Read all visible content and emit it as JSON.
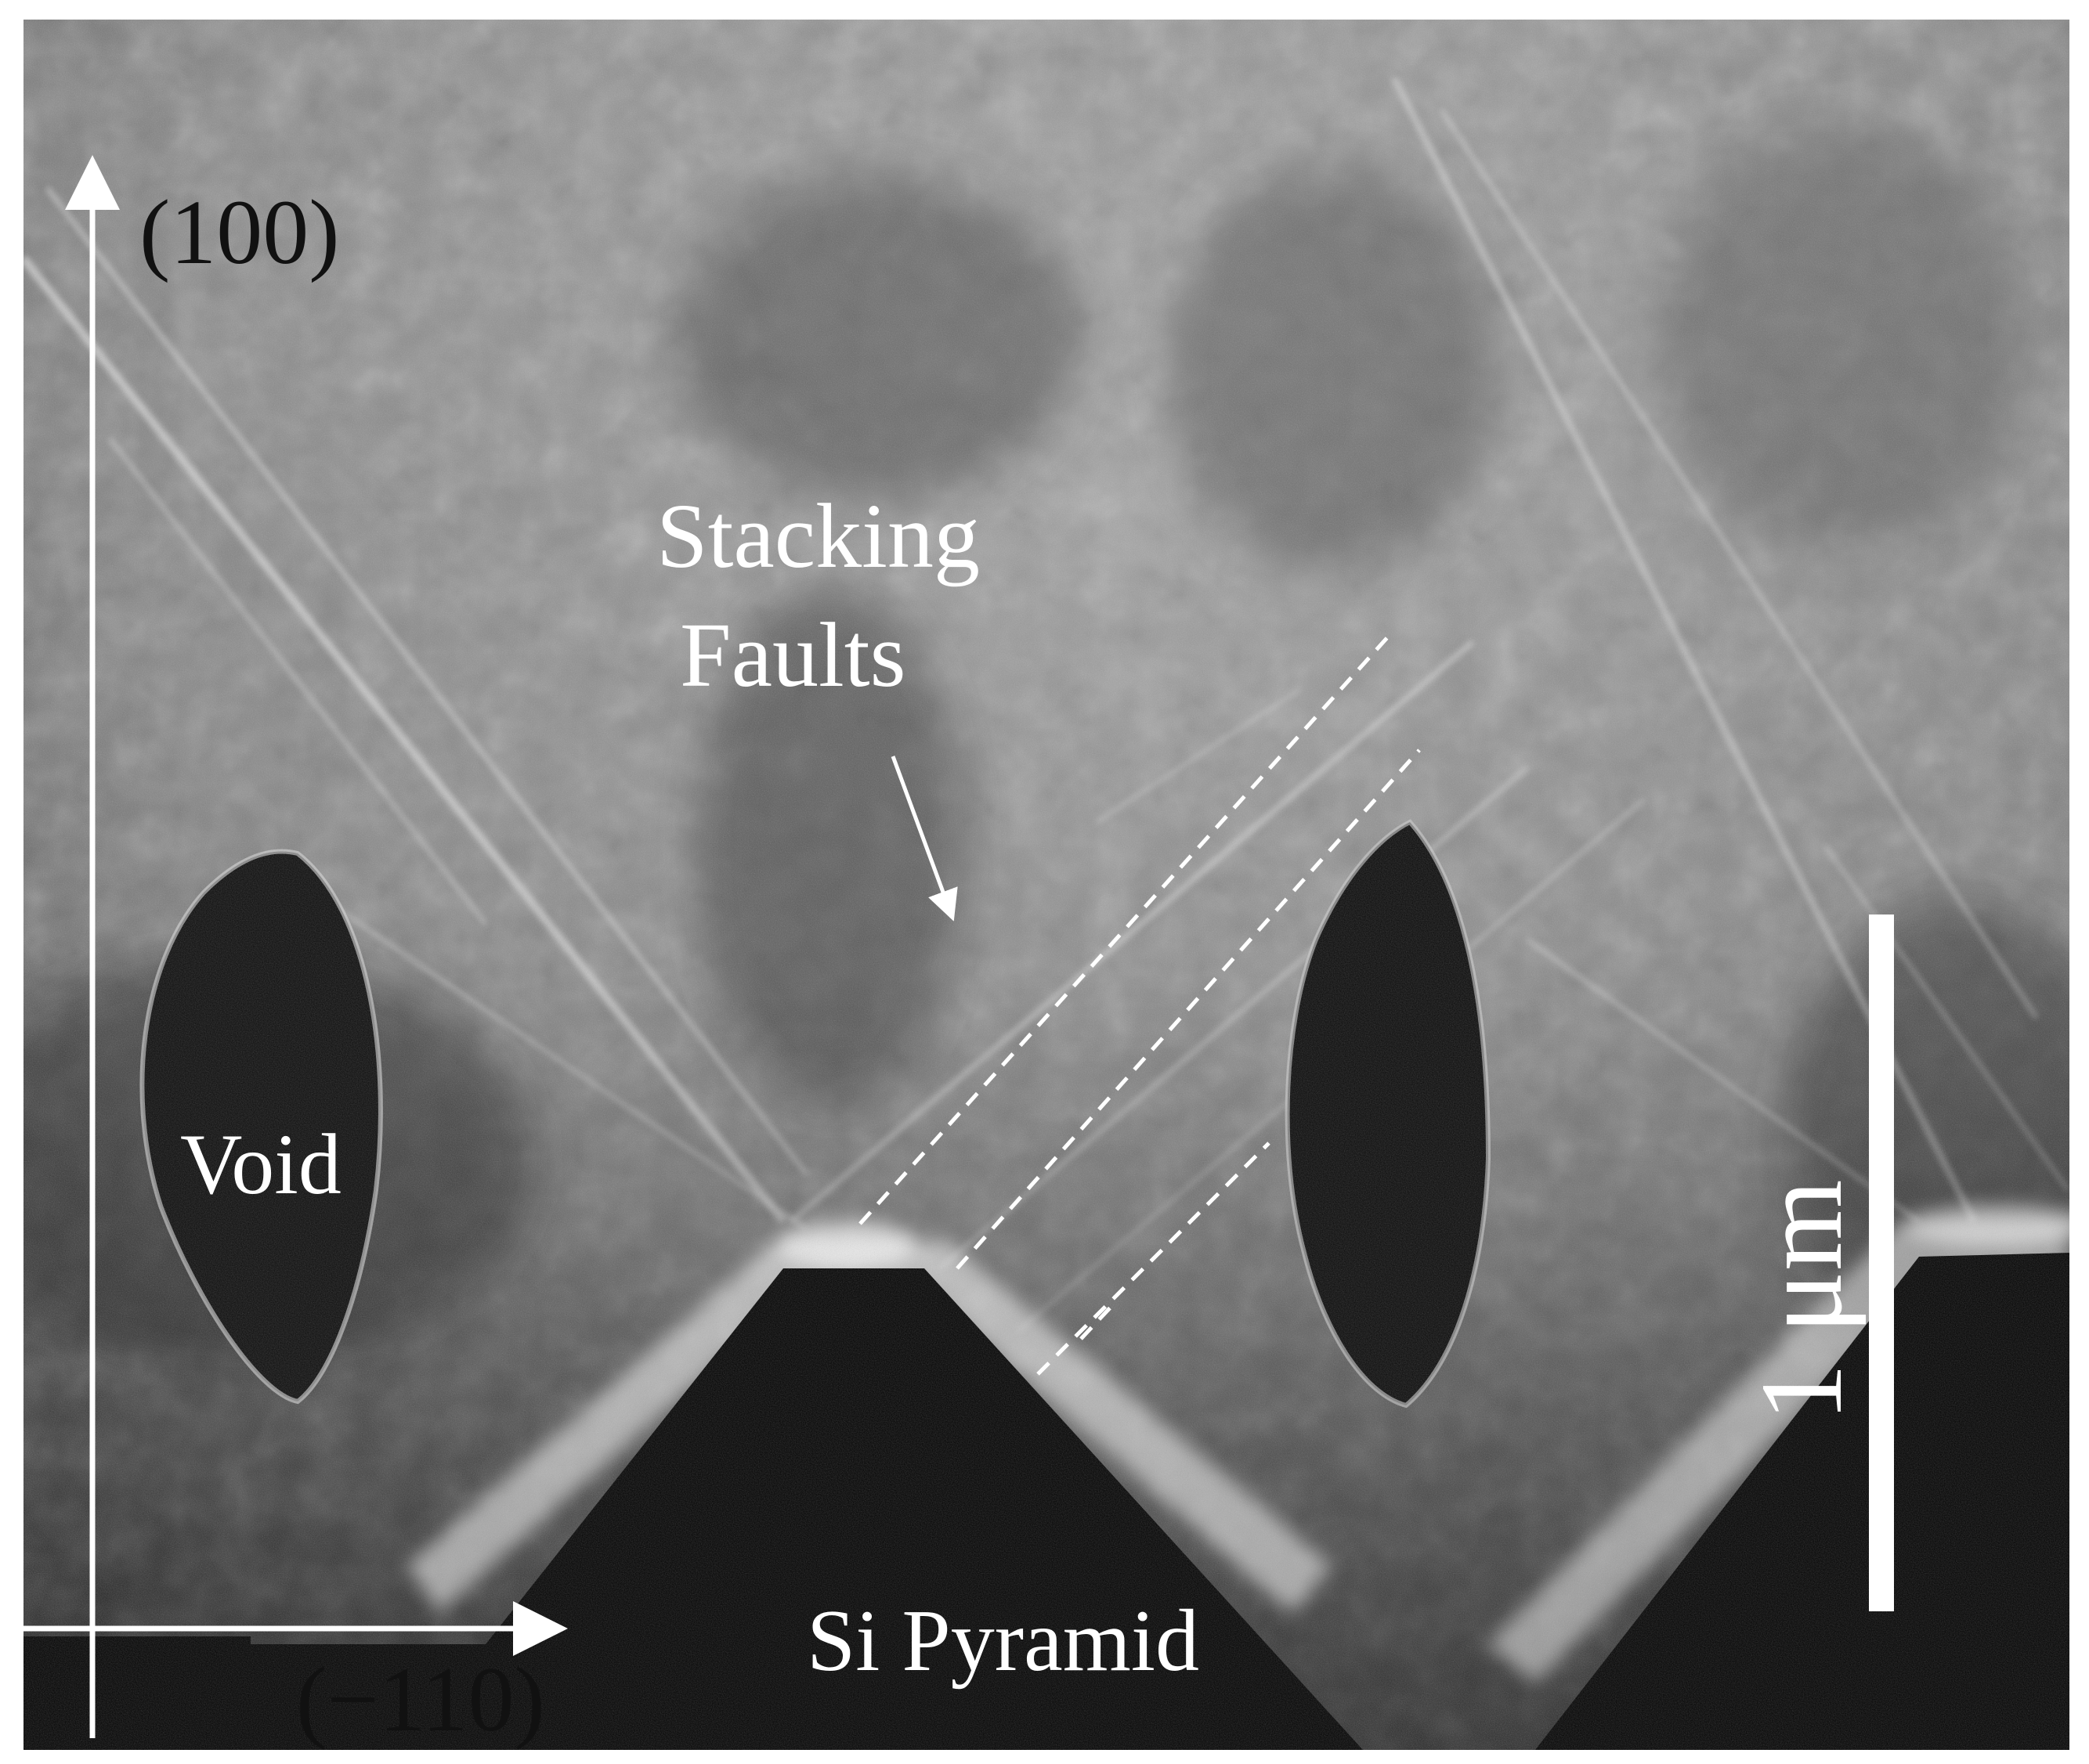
{
  "axes": {
    "vertical_label": "(100)",
    "horizontal_label": "(−110)"
  },
  "annotations": {
    "stacking_faults_line1": "Stacking",
    "stacking_faults_line2": "Faults",
    "void": "Void",
    "si_pyramid": "Si Pyramid"
  },
  "scale_bar": {
    "label": "1 μm"
  },
  "colors": {
    "annotation": "#ffffff",
    "axis_label": "#111111",
    "background": "#ffffff"
  }
}
